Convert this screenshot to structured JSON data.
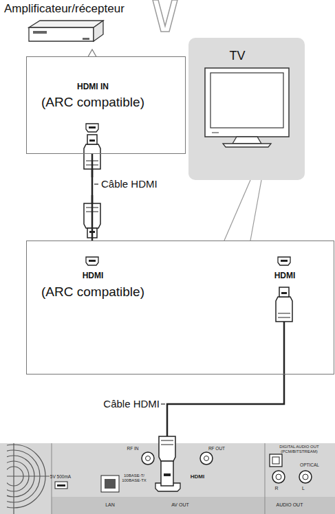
{
  "diagram": {
    "nodes": [
      {
        "text": [
          "HDMI IN",
          "(ARC compatible)"
        ]
      },
      {
        "text": [
          "TV"
        ]
      },
      {
        "text": [
          "HDMI",
          "(ARC compatible)",
          "HDMI"
        ]
      },
      {
        "text": [
          "5V 500mA",
          "LAN",
          "10BASE-T/ 100BASE-TX",
          "RF IN",
          "RF OUT",
          "AV OUT",
          "HDMI",
          "DIGITAL AUDIO OUT (PCM/BITSTREAM)",
          "OPTICAL",
          "R",
          "L",
          "AUDIO OUT"
        ]
      }
    ],
    "edges": [
      {
        "from": 0,
        "to": 2,
        "label": "Câble HDMI",
        "arrow": "none"
      },
      {
        "from": 2,
        "to": 3,
        "label": "Câble HDMI",
        "arrow": "none"
      },
      {
        "from": 1,
        "to": 2,
        "arrow": "none"
      }
    ],
    "labels": [
      "Amplificateur/récepteur"
    ]
  }
}
